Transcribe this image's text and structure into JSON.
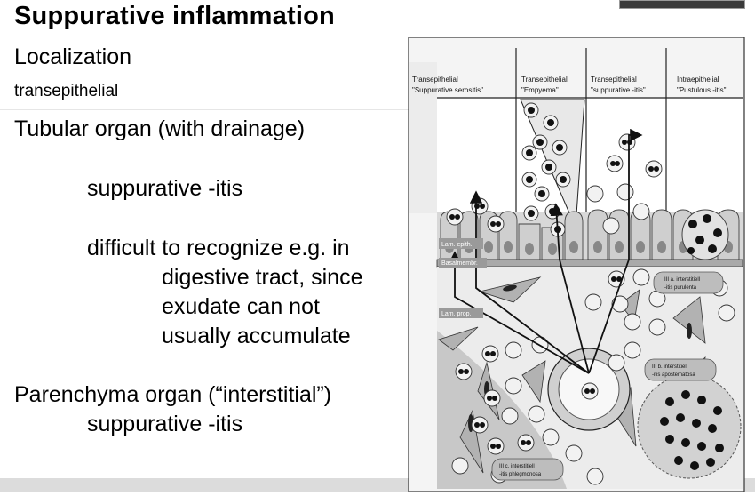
{
  "slide": {
    "title": "Suppurative inflammation",
    "localization": "Localization",
    "localization_sub": "transepithelial",
    "tubular_heading": "Tubular organ (with drainage)",
    "tubular_itis": "suppurative -itis",
    "difficult_lines": [
      "difficult to recognize e.g. in",
      "digestive tract, since",
      "exudate can not",
      "usually accumulate"
    ],
    "parenchyma_heading": "Parenchyma organ (“interstitial”)",
    "parenchyma_itis": "suppurative -itis"
  },
  "figure": {
    "columns": [
      {
        "line1": "Transepithelial",
        "line2": "\"Suppurative serositis\""
      },
      {
        "line1": "Transepithelial",
        "line2": "\"Empyema\""
      },
      {
        "line1": "Transepithelial",
        "line2": "\"suppurative -itis\""
      },
      {
        "line1": "Intraepithelial",
        "line2": "\"Pustulous -itis\""
      }
    ],
    "labels": {
      "lam_epith": "Lam. epith.",
      "basalmembr": "Basalmembr.",
      "lam_prop": "Lam. prop.",
      "purulenta_1": "III a. interstitiell",
      "purulenta_2": "-itis purulenta",
      "apostematosa_1": "III b. interstitiell",
      "apostematosa_2": "-itis apostematosa",
      "phlegmonosa_1": "III c. interstitiell",
      "phlegmonosa_2": "-itis phlegmonosa"
    }
  }
}
